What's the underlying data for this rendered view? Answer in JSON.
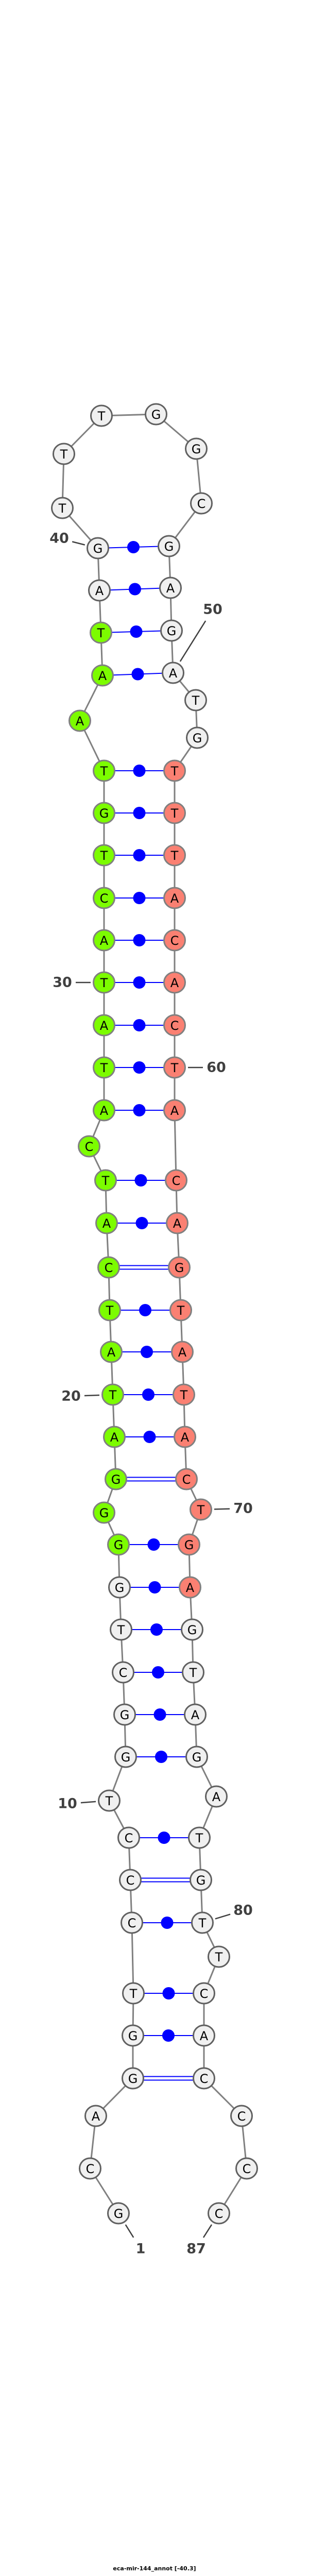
{
  "title": "eca-mir-144_annot [-40.3]",
  "sequence": "GCAGGTCCCTGGCTGGGGATATCATCATATACTGTAATAGTTTGGCGAGATGTTTACACTACAGTATACTGAGTAGATGTTCACCCC",
  "pairs": [
    [
      4,
      84
    ],
    [
      5,
      83
    ],
    [
      6,
      82
    ],
    [
      7,
      80
    ],
    [
      8,
      79
    ],
    [
      9,
      78
    ],
    [
      11,
      76
    ],
    [
      12,
      75
    ],
    [
      13,
      74
    ],
    [
      14,
      73
    ],
    [
      15,
      72
    ],
    [
      16,
      71
    ],
    [
      18,
      69
    ],
    [
      19,
      68
    ],
    [
      20,
      67
    ],
    [
      21,
      66
    ],
    [
      22,
      65
    ],
    [
      23,
      64
    ],
    [
      24,
      63
    ],
    [
      25,
      62
    ],
    [
      27,
      61
    ],
    [
      28,
      60
    ],
    [
      29,
      59
    ],
    [
      30,
      58
    ],
    [
      31,
      57
    ],
    [
      32,
      56
    ],
    [
      33,
      55
    ],
    [
      34,
      54
    ],
    [
      35,
      53
    ],
    [
      37,
      50
    ],
    [
      38,
      49
    ],
    [
      39,
      48
    ],
    [
      40,
      47
    ]
  ],
  "highlights": [
    {
      "name": "mature-5p",
      "start": 16,
      "end": 38,
      "color": "#7cfc00"
    },
    {
      "name": "mature-3p",
      "start": 53,
      "end": 72,
      "color": "#fa8072"
    }
  ],
  "colors": {
    "default_fill": "#f0f0f0",
    "default_stroke": "#606060",
    "highlight_stroke": "#808080",
    "backbone": "#808080",
    "pair": "#0000ff",
    "label": "#404040"
  },
  "number_labels": [
    {
      "index": 1,
      "text": "1"
    },
    {
      "index": 10,
      "text": "10"
    },
    {
      "index": 20,
      "text": "20"
    },
    {
      "index": 30,
      "text": "30"
    },
    {
      "index": 40,
      "text": "40"
    },
    {
      "index": 50,
      "text": "50"
    },
    {
      "index": 60,
      "text": "60"
    },
    {
      "index": 70,
      "text": "70"
    },
    {
      "index": 80,
      "text": "80"
    },
    {
      "index": 87,
      "text": "87"
    }
  ]
}
